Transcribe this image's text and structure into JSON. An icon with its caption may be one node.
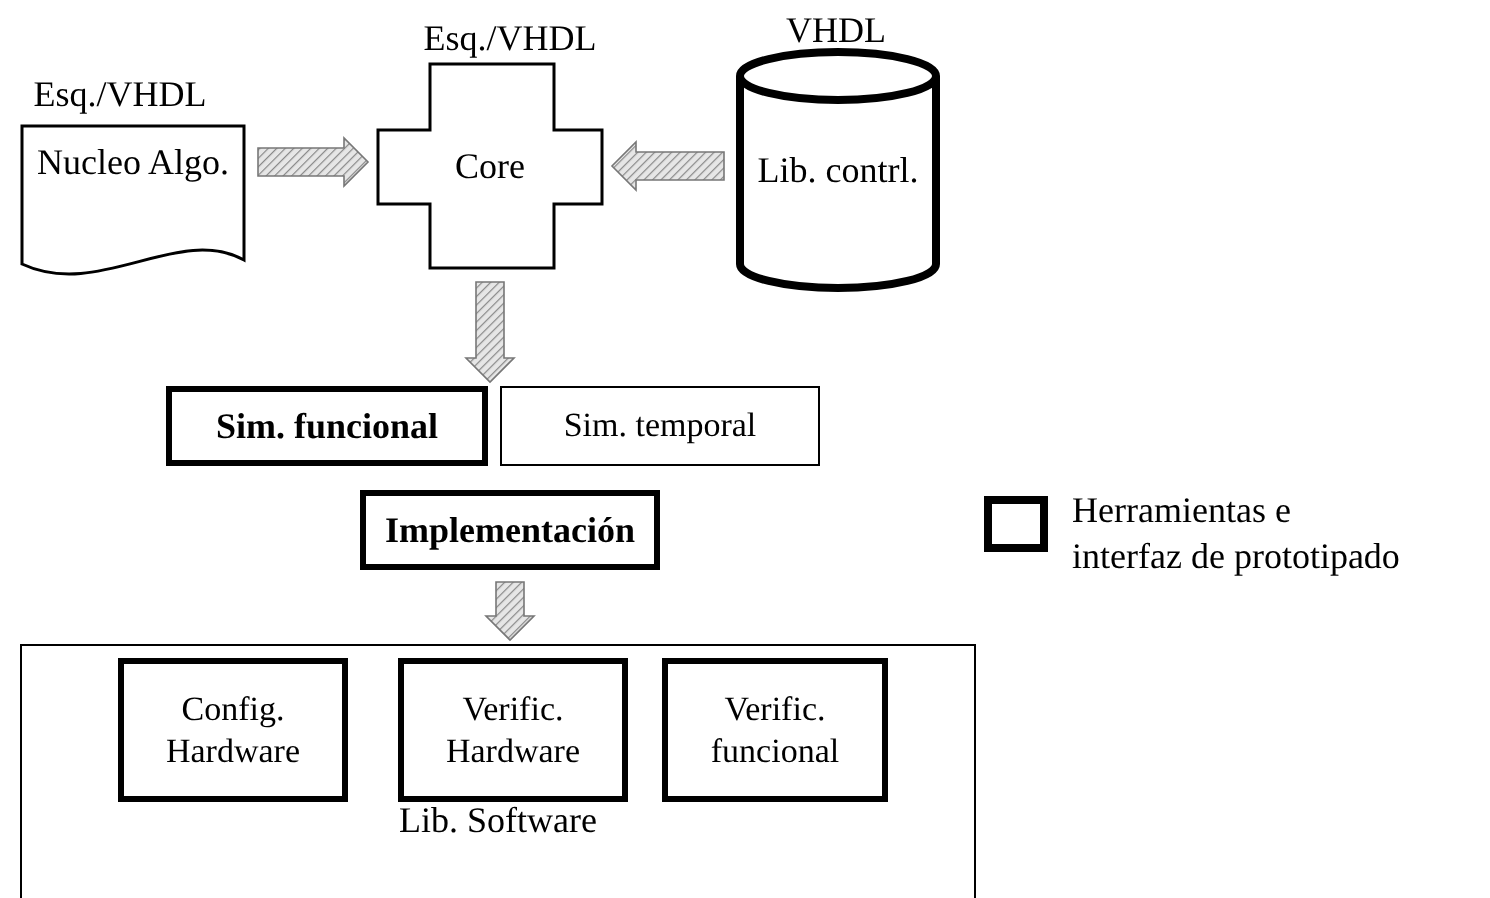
{
  "diagram": {
    "nodes": [
      {
        "text": [
          "Nucleo Algo."
        ],
        "beside": [
          "Esq./VHDL"
        ]
      },
      {
        "text": [
          "Core"
        ],
        "beside": [
          "Esq./VHDL"
        ]
      },
      {
        "text": [
          "Lib. contrl."
        ],
        "beside": [
          "VHDL"
        ]
      },
      {
        "text": [
          "Sim. funcional"
        ]
      },
      {
        "text": [
          "Sim. temporal"
        ]
      },
      {
        "text": [
          "Implementación"
        ]
      },
      {
        "text": [
          "Lib. Software"
        ]
      },
      {
        "text": [
          "Config. Hardware"
        ],
        "in": 6
      },
      {
        "text": [
          "Verific. Hardware"
        ],
        "in": 6
      },
      {
        "text": [
          "Verific. funcional"
        ],
        "in": 6
      }
    ],
    "edges": [
      {
        "from": 0,
        "to": 1,
        "arrow": "to"
      },
      {
        "from": 2,
        "to": 1,
        "arrow": "to"
      },
      {
        "from": 1,
        "to": 3,
        "arrow": "to"
      },
      {
        "from": 1,
        "to": 4,
        "arrow": "to"
      },
      {
        "from": 5,
        "to": 6,
        "arrow": "to"
      }
    ],
    "legend": [
      {
        "text": "Herramientas e interfaz de prototipado"
      }
    ]
  }
}
